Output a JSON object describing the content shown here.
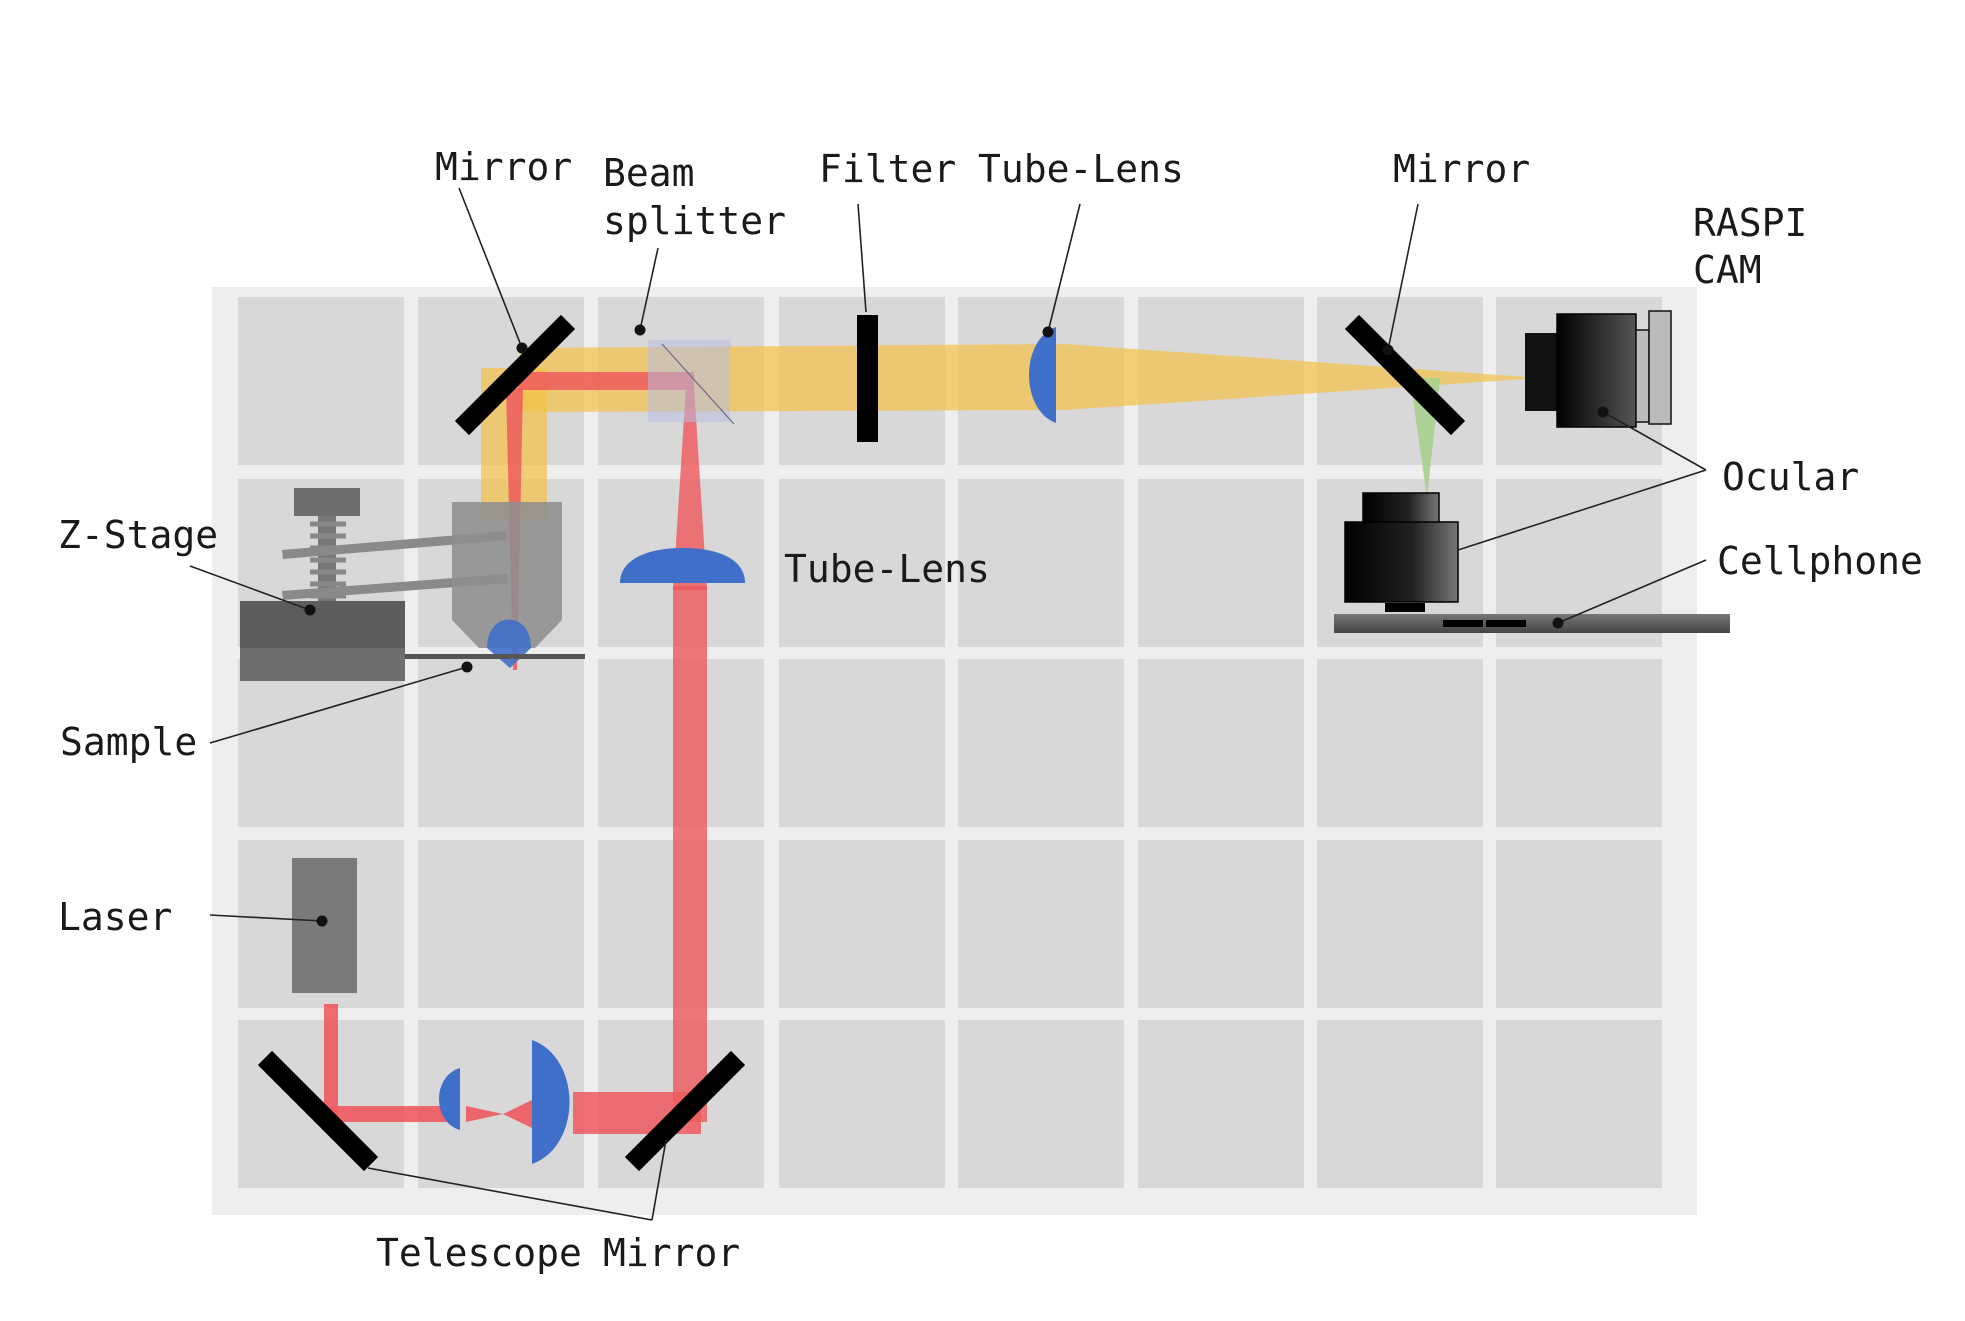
{
  "labels": {
    "mirror_top_left": "Mirror",
    "beam_splitter_line1": "Beam",
    "beam_splitter_line2": "splitter",
    "filter": "Filter",
    "tube_lens_top": "Tube-Lens",
    "mirror_top_right": "Mirror",
    "raspi_cam_line1": "RASPI",
    "raspi_cam_line2": "CAM",
    "z_stage": "Z-Stage",
    "tube_lens_middle": "Tube-Lens",
    "ocular": "Ocular",
    "cellphone": "Cellphone",
    "sample": "Sample",
    "laser": "Laser",
    "telescope": "Telescope",
    "mirror_bottom": "Mirror"
  },
  "colors": {
    "breadboard_frame": "#eeeeee",
    "breadboard_tile": "#d9d8d9",
    "laser_beam": "#ee5a5e",
    "fluorescence_beam": "#f2c24a",
    "lens": "#3f6fc8",
    "mirror": "#000000",
    "green_beam": "#a8d08d"
  }
}
